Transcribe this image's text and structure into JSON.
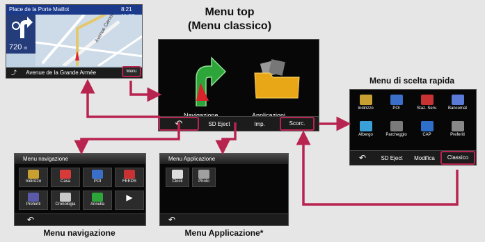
{
  "map_screen": {
    "location": "Place de la Porte Maillot",
    "street": "Avenue de la Grande Armée",
    "time1": "8:21",
    "time2": "11:57",
    "distance": "720",
    "distance_unit": "m",
    "road_label": "Avenue Carnot",
    "menu_button": "Menu"
  },
  "top_menu": {
    "caption_line1": "Menu top",
    "caption_line2": "(Menu classico)",
    "navigazione": "Navigazione",
    "applicazioni": "Applicazioni",
    "back_glyph": "↶",
    "sd_eject": "SD Eject",
    "imp": "Imp.",
    "scorc": "Scorc."
  },
  "quick_menu": {
    "caption": "Menu di scelta rapida",
    "items": [
      "Indirizzo",
      "POI",
      "Staz. Serv.",
      "Bancomat",
      "Albergo",
      "Parcheggio",
      "CAP",
      "Preferiti"
    ],
    "back_glyph": "↶",
    "sd_eject": "SD Eject",
    "modifica": "Modifica",
    "classico": "Classico"
  },
  "nav_menu": {
    "title": "Menu navigazione",
    "items": [
      "Indirizzo",
      "Casa",
      "POI",
      "FEEDS",
      "Preferiti",
      "Cronologia",
      "Annulla",
      ""
    ],
    "back_glyph": "↶",
    "caption": "Menu navigazione"
  },
  "app_menu": {
    "title": "Menu Applicazione",
    "items": [
      "Clock",
      "Photo"
    ],
    "back_glyph": "↶",
    "caption": "Menu Applicazione*"
  },
  "colors": {
    "accent": "#b82450",
    "screen": "#070707"
  }
}
